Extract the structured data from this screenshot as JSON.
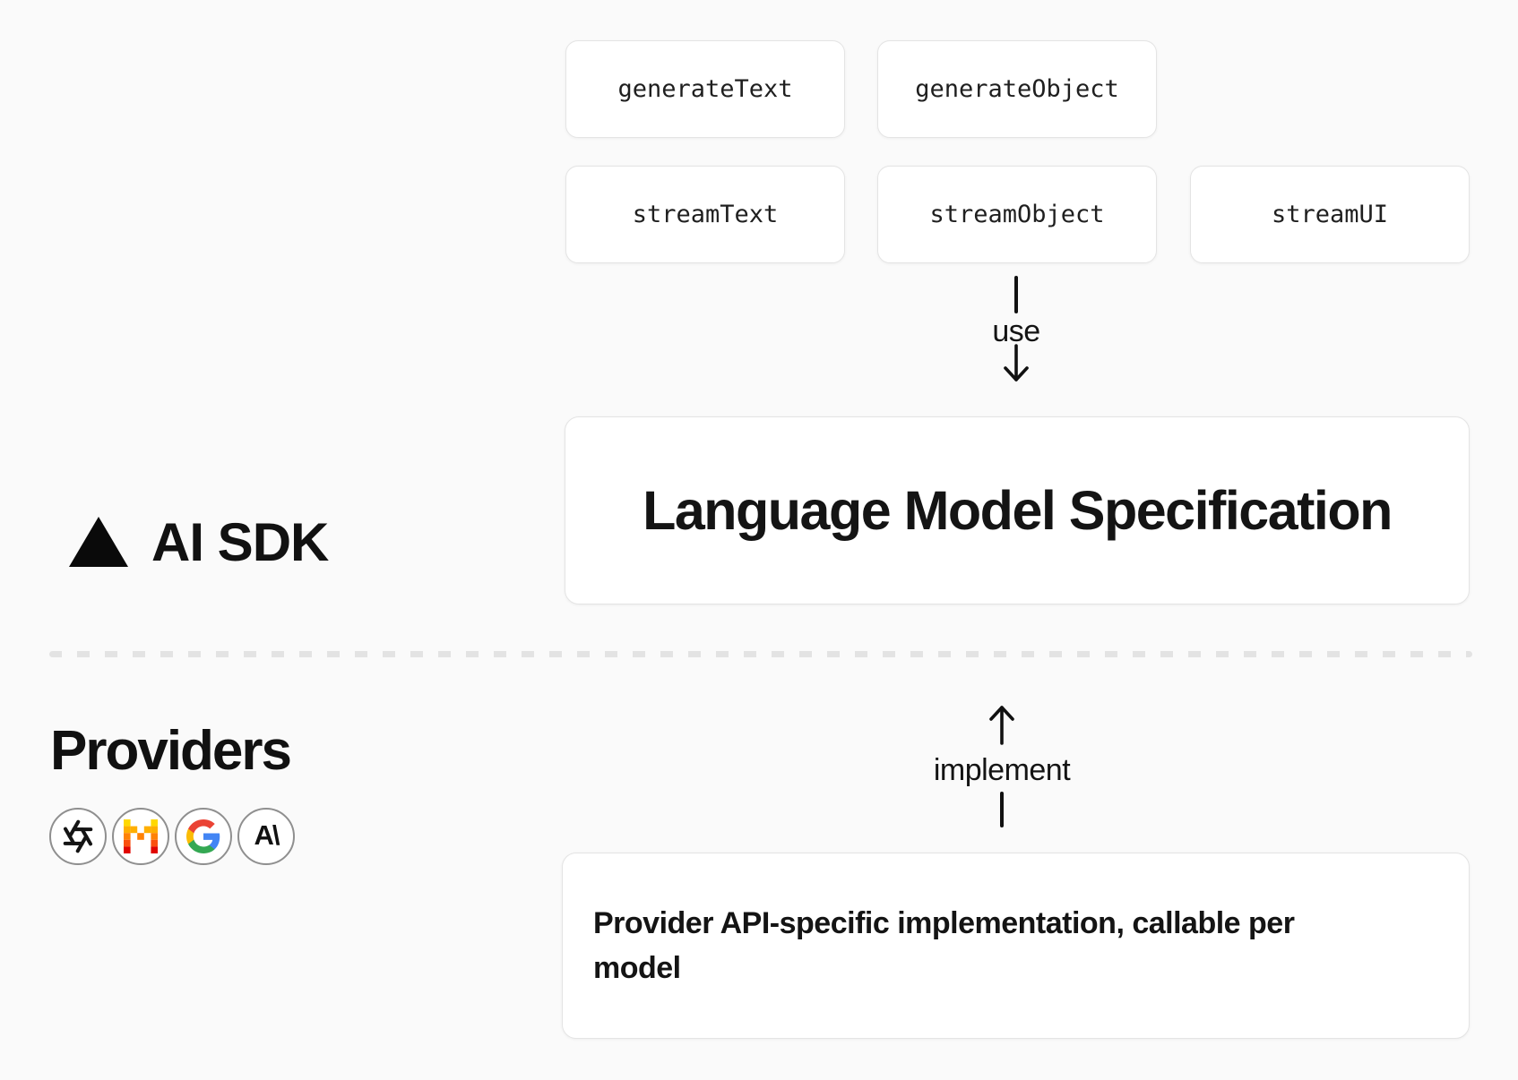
{
  "colors": {
    "background": "#fafafa",
    "card_background": "#ffffff",
    "card_border": "#e4e4e4",
    "text": "#171717",
    "divider_dash": "#e3e3e3",
    "provider_circle_border": "#8f8f8f",
    "google_blue": "#4285F4",
    "google_green": "#34A853",
    "google_yellow": "#FBBC05",
    "google_red": "#EA4335",
    "mistral_palette": [
      "#FFD800",
      "#FFAF00",
      "#FF8205",
      "#FA500F",
      "#E10500"
    ]
  },
  "functions": [
    {
      "label": "generateText"
    },
    {
      "label": "generateObject"
    },
    {
      "label": "streamText"
    },
    {
      "label": "streamObject"
    },
    {
      "label": "streamUI"
    }
  ],
  "arrows": {
    "use_label": "use",
    "implement_label": "implement"
  },
  "spec_box": {
    "title": "Language Model Specification"
  },
  "sdk": {
    "label": "AI SDK",
    "logo": "vercel-triangle-icon"
  },
  "providers_section": {
    "title": "Providers",
    "providers": [
      {
        "name": "OpenAI",
        "icon": "openai-icon"
      },
      {
        "name": "Mistral",
        "icon": "mistral-icon"
      },
      {
        "name": "Google",
        "icon": "google-icon"
      },
      {
        "name": "Anthropic",
        "icon": "anthropic-icon"
      }
    ]
  },
  "provider_box": {
    "lines": [
      "Provider API-specific implementation, callable per",
      "model"
    ]
  }
}
